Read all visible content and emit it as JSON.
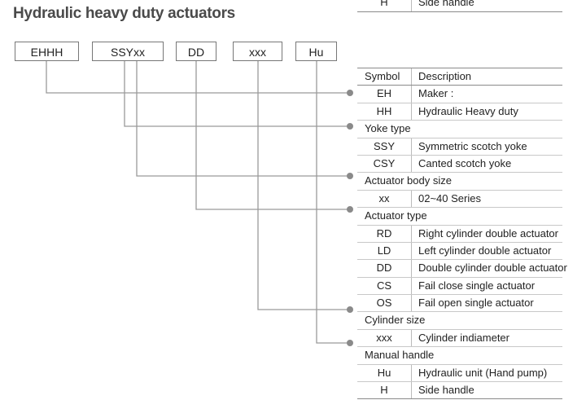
{
  "title": "Hydraulic heavy duty actuators",
  "top_strip": {
    "symbol": "H",
    "description": "Side handle"
  },
  "code_boxes": [
    "EHHH",
    "SSYxx",
    "DD",
    "xxx",
    "Hu"
  ],
  "table": {
    "header": {
      "symbol": "Symbol",
      "description": "Description"
    },
    "sections": [
      {
        "title": null,
        "rows": [
          {
            "symbol": "EH",
            "description": "Maker :"
          },
          {
            "symbol": "HH",
            "description": "Hydraulic Heavy duty"
          }
        ]
      },
      {
        "title": "Yoke type",
        "rows": [
          {
            "symbol": "SSY",
            "description": "Symmetric scotch yoke"
          },
          {
            "symbol": "CSY",
            "description": "Canted scotch yoke"
          }
        ]
      },
      {
        "title": "Actuator body size",
        "rows": [
          {
            "symbol": "xx",
            "description": "02~40 Series"
          }
        ]
      },
      {
        "title": "Actuator type",
        "rows": [
          {
            "symbol": "RD",
            "description": "Right cylinder double actuator"
          },
          {
            "symbol": "LD",
            "description": "Left cylinder double actuator"
          },
          {
            "symbol": "DD",
            "description": "Double cylinder double actuator"
          },
          {
            "symbol": "CS",
            "description": "Fail close single actuator"
          },
          {
            "symbol": "OS",
            "description": "Fail open single actuator"
          }
        ]
      },
      {
        "title": "Cylinder size",
        "rows": [
          {
            "symbol": "xxx",
            "description": "Cylinder indiameter"
          }
        ]
      },
      {
        "title": "Manual handle",
        "rows": [
          {
            "symbol": "Hu",
            "description": "Hydraulic unit (Hand pump)"
          },
          {
            "symbol": "H",
            "description": "Side handle"
          }
        ]
      }
    ]
  },
  "colors": {
    "line": "#9a9a9a",
    "dot": "#8a8a8a",
    "title": "#4a4a4a"
  }
}
